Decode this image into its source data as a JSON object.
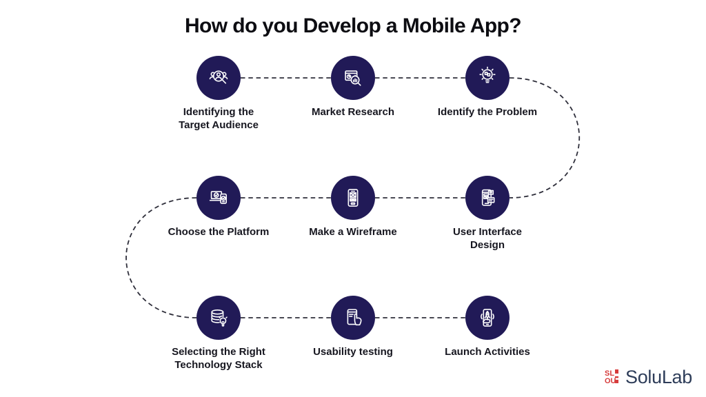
{
  "title": "How do you Develop a Mobile App?",
  "steps": [
    {
      "label": "Identifying the\nTarget Audience",
      "icon": "audience-search-icon"
    },
    {
      "label": "Market Research",
      "icon": "market-research-icon"
    },
    {
      "label": "Identify the Problem",
      "icon": "problem-bulb-icon"
    },
    {
      "label": "Choose the Platform",
      "icon": "platform-devices-icon"
    },
    {
      "label": "Make a Wireframe",
      "icon": "wireframe-phone-icon"
    },
    {
      "label": "User Interface\nDesign",
      "icon": "ui-design-icon"
    },
    {
      "label": "Selecting the Right\nTechnology Stack",
      "icon": "tech-stack-icon"
    },
    {
      "label": "Usability testing",
      "icon": "usability-testing-icon"
    },
    {
      "label": "Launch Activities",
      "icon": "launch-rocket-icon"
    }
  ],
  "logo": {
    "text": "SoluLab",
    "mark_top": "SL",
    "mark_bottom": "OU",
    "mark_icon": "solulab-mark-icon"
  },
  "colors": {
    "background": "#ffffff",
    "circle": "#211a57",
    "icon_stroke": "#ffffff",
    "connector": "#2e2e3a",
    "title": "#0d0d12",
    "label": "#16161f",
    "logo_text": "#2e3d59",
    "logo_mark": "#d63c3c"
  }
}
